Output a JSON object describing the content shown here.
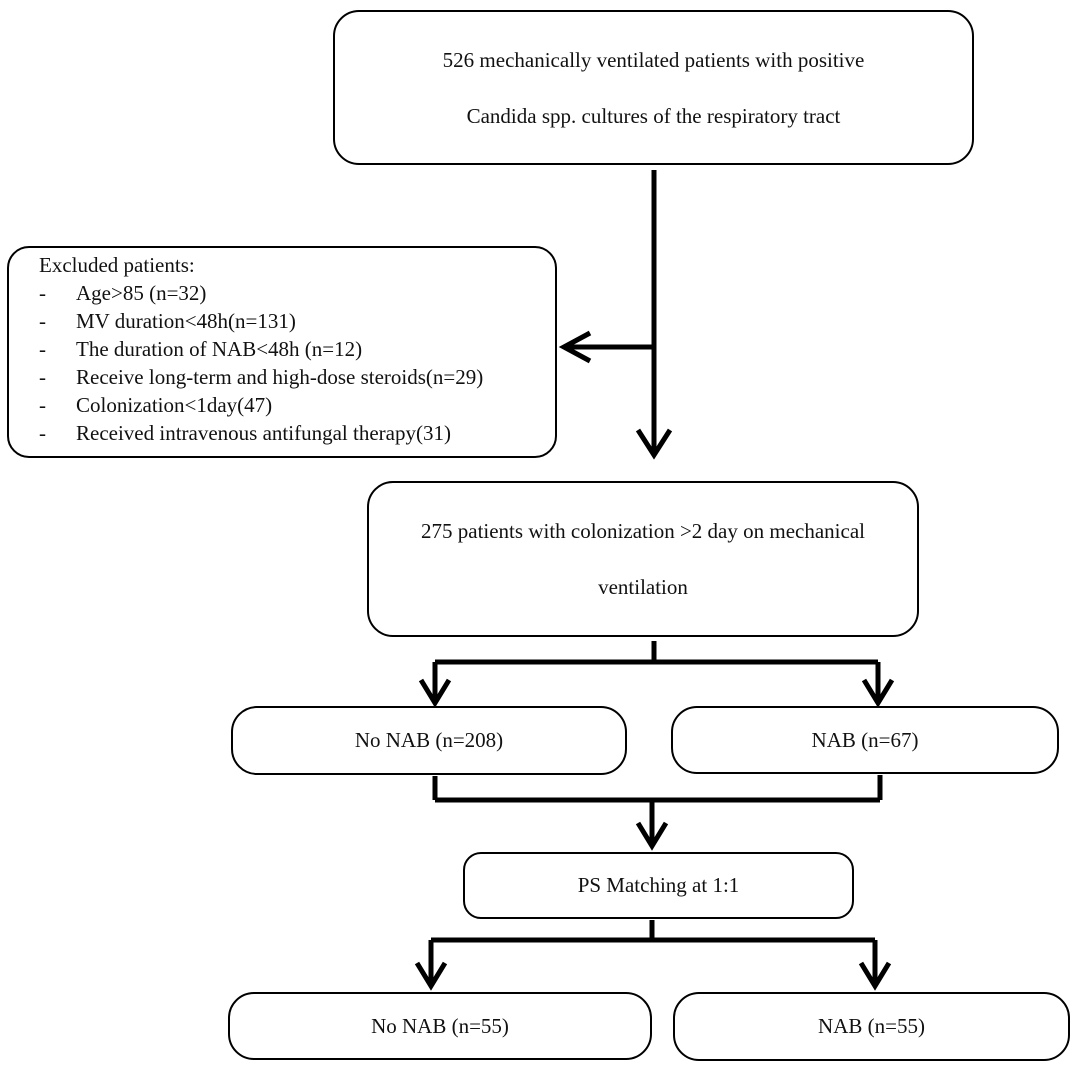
{
  "top_box": {
    "line1": "526 mechanically ventilated patients with positive",
    "line2": "Candida spp. cultures of the respiratory tract"
  },
  "excluded": {
    "title": "Excluded patients:",
    "bullet": "-",
    "items": [
      "Age>85 (n=32)",
      "MV duration<48h(n=131)",
      "The duration of NAB<48h (n=12)",
      "Receive long-term and high-dose steroids(n=29)",
      "Colonization<1day(47)",
      "Received intravenous antifungal therapy(31)"
    ]
  },
  "middle_box": {
    "line1": "275 patients with colonization >2 day on mechanical",
    "line2": "ventilation"
  },
  "groups_before": {
    "left": "No NAB (n=208)",
    "right": "NAB (n=67)"
  },
  "matching": "PS Matching at 1:1",
  "groups_after": {
    "left": "No NAB (n=55)",
    "right": "NAB (n=55)"
  },
  "colors": {
    "stroke": "#000000",
    "text": "#111111",
    "background": "#ffffff"
  }
}
